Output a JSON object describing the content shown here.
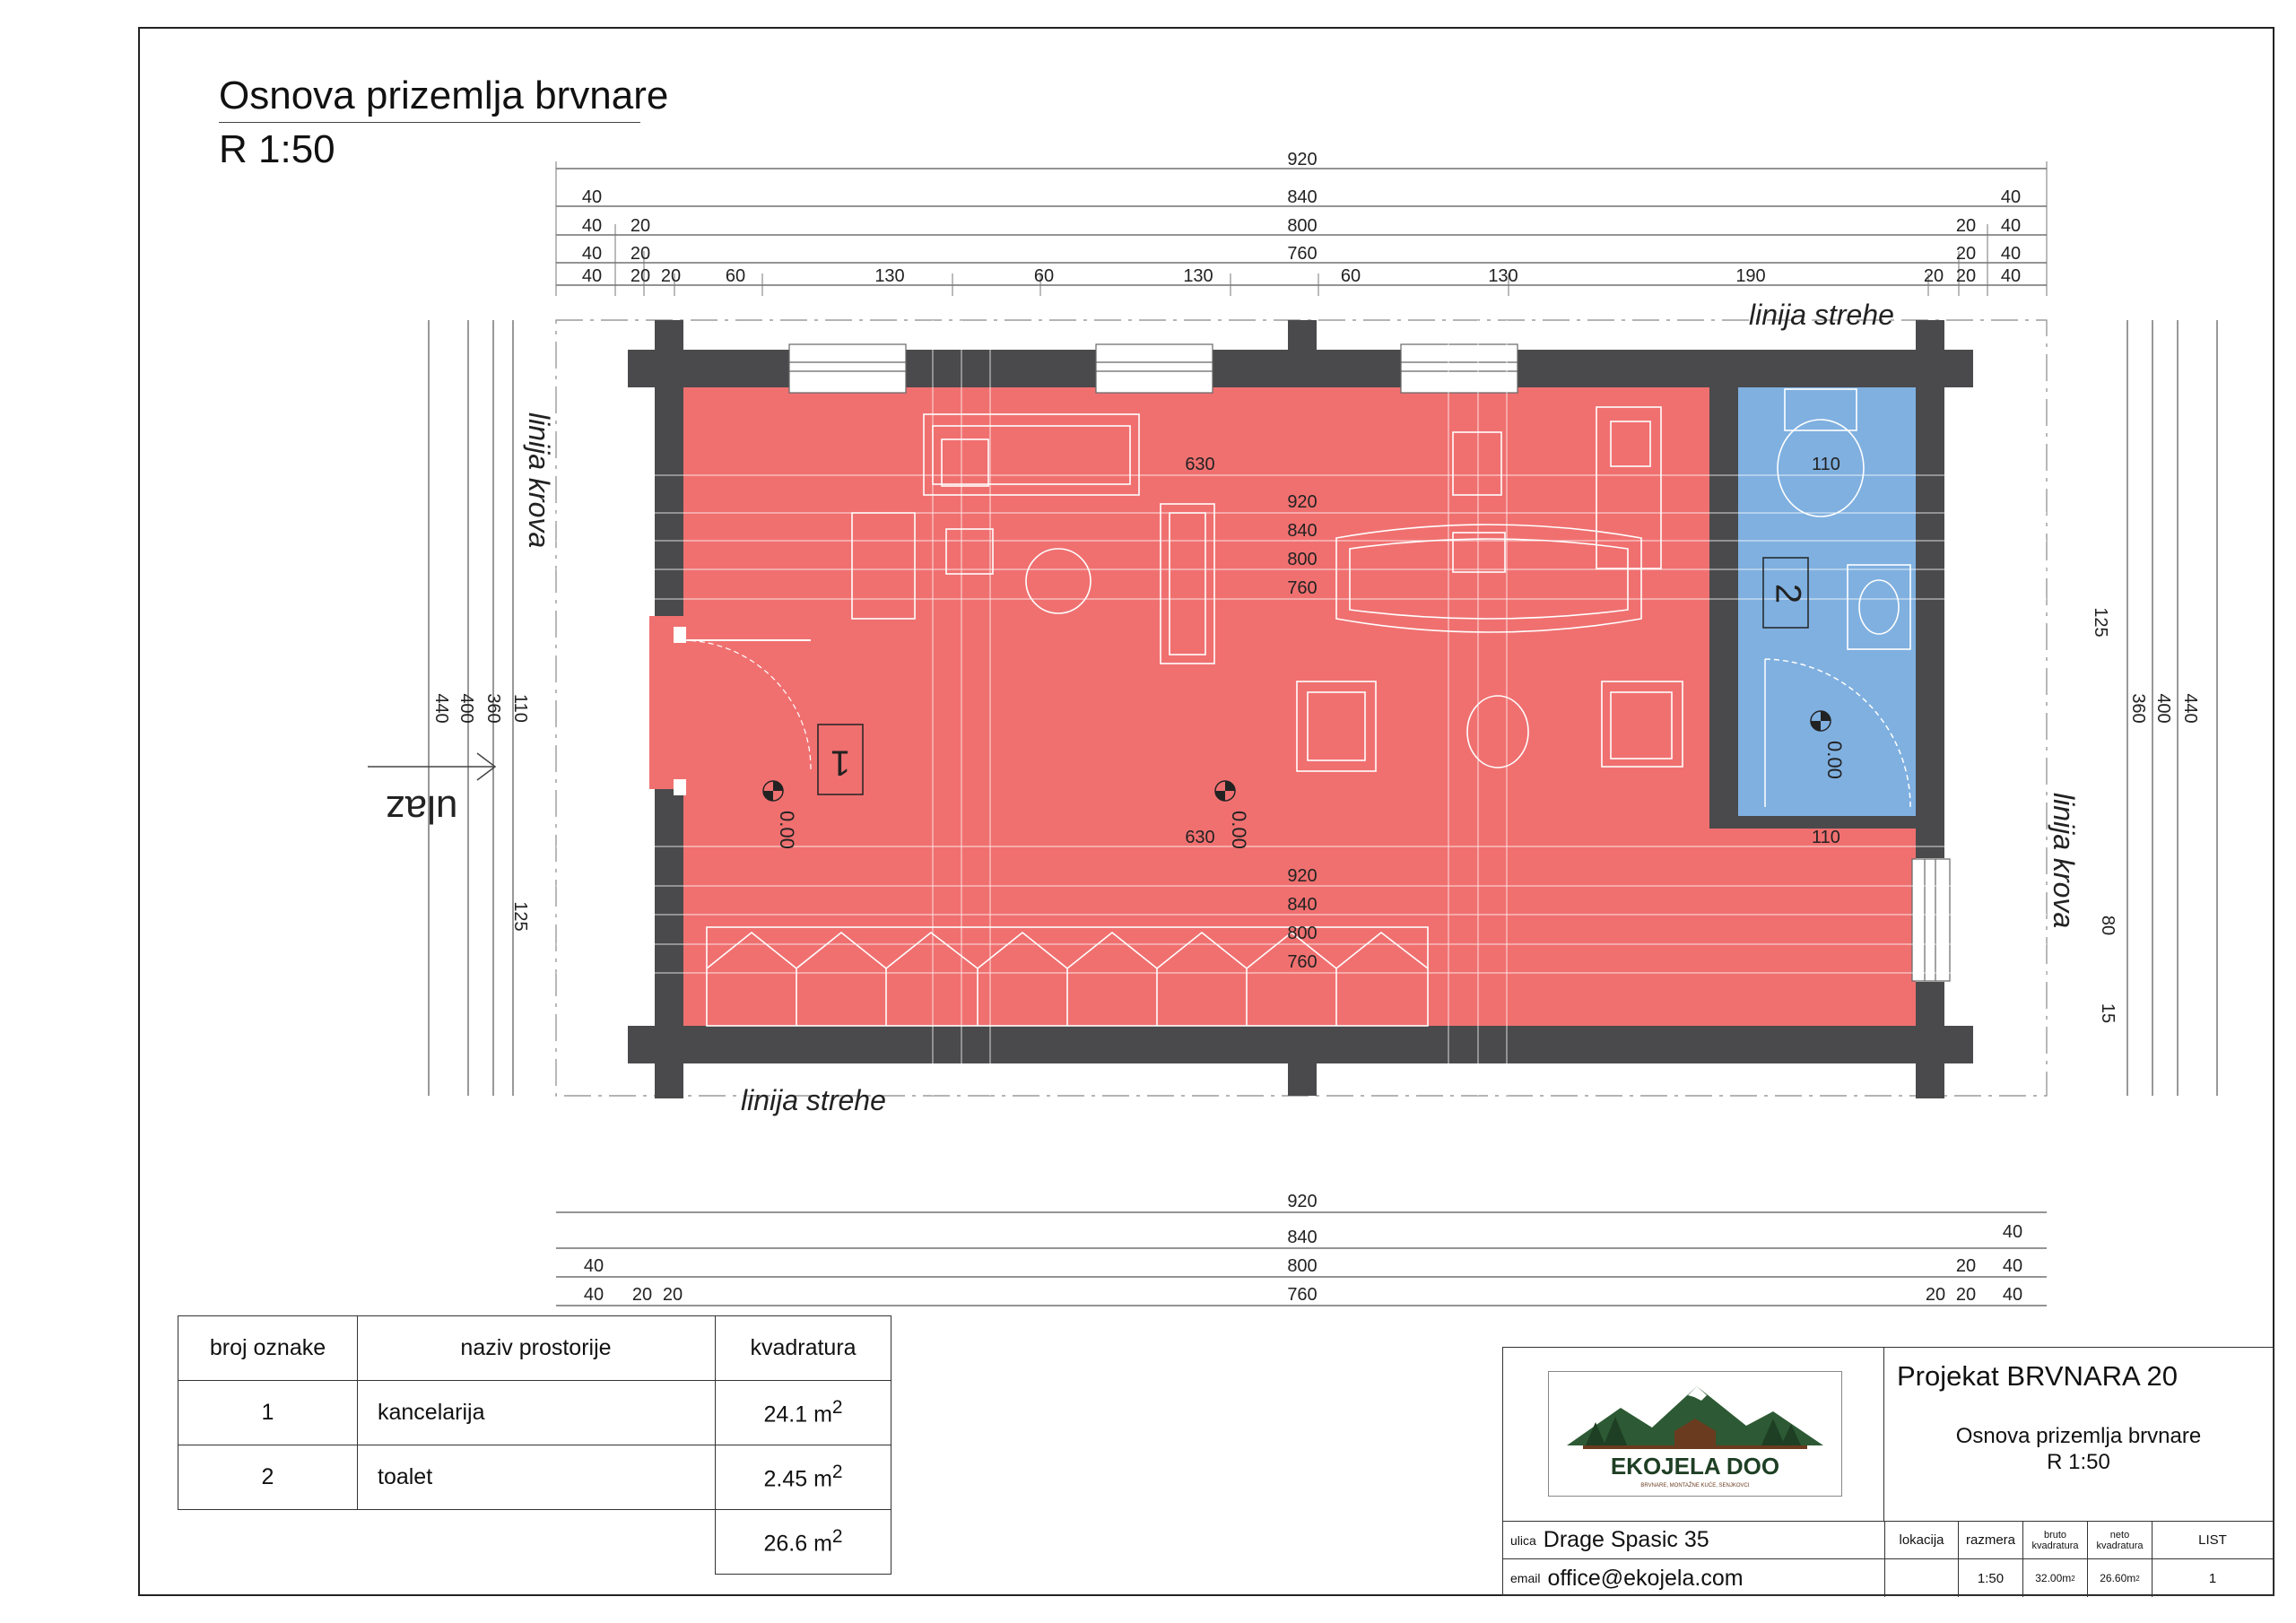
{
  "title": {
    "line1": "Osnova prizemlja brvnare",
    "line2": "R 1:50"
  },
  "plan": {
    "labels": {
      "roof_line": "linija krova",
      "eave_line": "linija strehe",
      "entrance": "ulaz"
    },
    "room_numbers": [
      "1",
      "2"
    ],
    "level_mark": "0.00",
    "top_dims": {
      "total": [
        "920",
        "840",
        "800",
        "760"
      ],
      "edge": [
        "40",
        "20"
      ],
      "segments": [
        "60",
        "130",
        "60",
        "130",
        "60",
        "130",
        "190"
      ]
    },
    "interior_dims": {
      "width_main": "630",
      "width_wc": "110",
      "depth": [
        "440",
        "400",
        "360",
        "110",
        "125",
        "80",
        "15"
      ]
    },
    "bottom_dims": [
      "920",
      "840",
      "800",
      "760",
      "40",
      "20"
    ]
  },
  "rooms_table": {
    "headers": [
      "broj oznake",
      "naziv prostorije",
      "kvadratura"
    ],
    "rows": [
      {
        "num": "1",
        "name": "kancelarija",
        "area": "24.1",
        "unit": "m",
        "exp": "2"
      },
      {
        "num": "2",
        "name": "toalet",
        "area": "2.45",
        "unit": "m",
        "exp": "2"
      }
    ],
    "total": {
      "area": "26.6",
      "unit": "m",
      "exp": "2"
    }
  },
  "title_block": {
    "project": "Projekat BRVNARA 20",
    "subtitle_line1": "Osnova prizemlja brvnare",
    "subtitle_line2": "R 1:50",
    "logo_text": "EKOJELA DOO",
    "logo_tagline": "BRVNARE, MONTAŽNE KUĆE, SENJKOVCI",
    "street_label": "ulica",
    "street": "Drage Spasic 35",
    "email_label": "email",
    "email": "office@ekojela.com",
    "headers": {
      "location": "lokacija",
      "scale": "razmera",
      "gross_line1": "bruto",
      "gross_line2": "kvadratura",
      "net_line1": "neto",
      "net_line2": "kvadratura",
      "sheet": "LIST"
    },
    "values": {
      "scale": "1:50",
      "gross": "32.00m",
      "net": "26.60m",
      "sheet": "1"
    }
  },
  "colors": {
    "office": "#f07070",
    "wc": "#7fb0e0",
    "wall": "#4a4a4c"
  }
}
